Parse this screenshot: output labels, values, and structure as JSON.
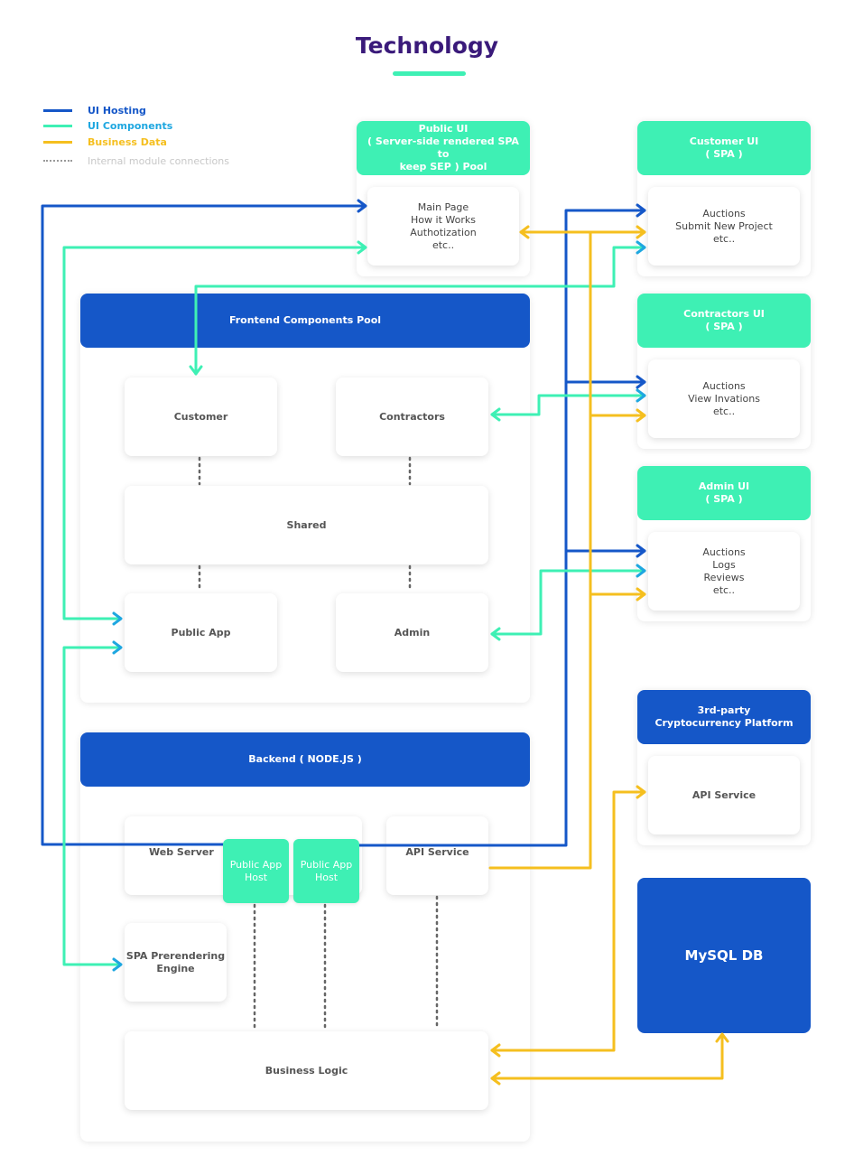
{
  "title": "Technology",
  "colors": {
    "ui_hosting": "#1557c8",
    "ui_components": "#3ef0b4",
    "business_data": "#f5bf1f",
    "internal": "#9a9a9a",
    "title": "#3a1a7a",
    "teal_header": "#3ef0b4",
    "blue_header": "#1557c8"
  },
  "legend": {
    "ui_hosting": "UI Hosting",
    "ui_components": "UI Components",
    "business_data": "Business Data",
    "internal": "Internal module connections"
  },
  "public_ui": {
    "header": "Public UI\n( Server-side rendered SPA to\nkeep SEP ) Pool",
    "content": "Main Page\nHow it Works\nAuthotization\netc.."
  },
  "customer_ui": {
    "header": "Customer UI\n( SPA )",
    "content": "Auctions\nSubmit New Project\netc.."
  },
  "contractors_ui": {
    "header": "Contractors UI\n( SPA )",
    "content": "Auctions\nView Invations\netc.."
  },
  "admin_ui": {
    "header": "Admin UI\n( SPA )",
    "content": "Auctions\nLogs\nReviews\netc.."
  },
  "crypto": {
    "header": "3rd-party\nCryptocurrency Platform",
    "content": "API Service"
  },
  "mysql": "MySQL DB",
  "frontend_pool": {
    "header": "Frontend Components Pool",
    "customer": "Customer",
    "contractors": "Contractors",
    "shared": "Shared",
    "public_app": "Public App",
    "admin": "Admin"
  },
  "backend": {
    "header": "Backend ( NODE.JS )",
    "web_server": "Web Server",
    "public_app_host_1": "Public App\nHost",
    "public_app_host_2": "Public App\nHost",
    "api_service": "API Service",
    "spa_prerendering": "SPA Prerendering\nEngine",
    "business_logic": "Business Logic"
  }
}
